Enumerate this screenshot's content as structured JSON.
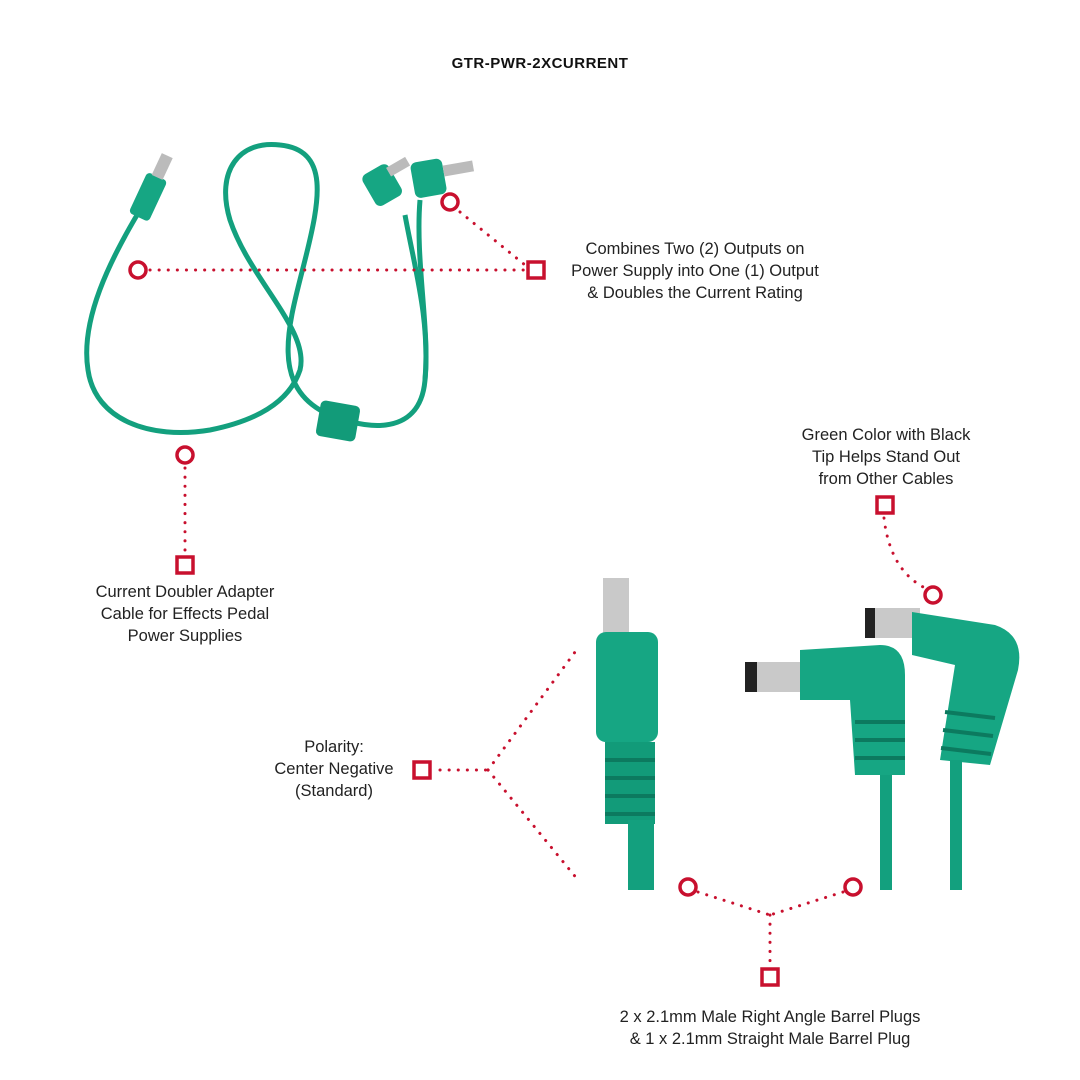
{
  "title": "GTR-PWR-2XCURRENT",
  "colors": {
    "accent_red": "#c8102e",
    "cable_green": "#13a07e"
  },
  "callouts": [
    {
      "lines": [
        "Combines Two (2) Outputs on",
        "Power Supply into One (1) Output",
        "& Doubles the Current Rating"
      ]
    },
    {
      "lines": [
        "Current Doubler Adapter",
        "Cable for Effects Pedal",
        "Power Supplies"
      ]
    },
    {
      "lines": [
        "Green Color with Black",
        "Tip Helps Stand Out",
        "from Other Cables"
      ]
    },
    {
      "lines": [
        "Polarity:",
        "Center Negative",
        "(Standard)"
      ]
    },
    {
      "lines": [
        "2 x 2.1mm Male Right Angle Barrel Plugs",
        "& 1 x 2.1mm Straight Male Barrel Plug"
      ]
    }
  ]
}
